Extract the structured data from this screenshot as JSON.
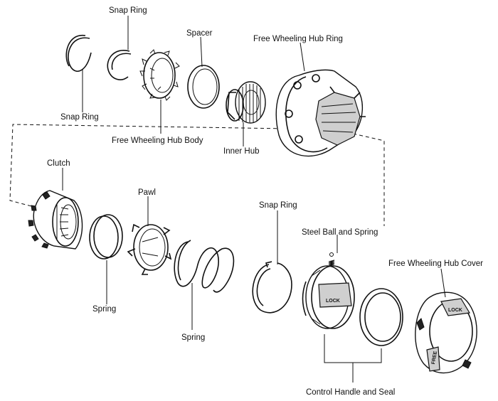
{
  "labels": {
    "snap_ring_top": "Snap Ring",
    "snap_ring_left": "Snap Ring",
    "spacer": "Spacer",
    "free_wheeling_hub_ring": "Free Wheeling Hub Ring",
    "free_wheeling_hub_body": "Free Wheeling Hub Body",
    "inner_hub": "Inner Hub",
    "clutch": "Clutch",
    "pawl": "Pawl",
    "spring_left": "Spring",
    "spring_center": "Spring",
    "snap_ring_lower": "Snap Ring",
    "steel_ball_and_spring": "Steel Ball and Spring",
    "free_wheeling_hub_cover": "Free Wheeling Hub Cover",
    "control_handle_and_seal": "Control Handle and Seal",
    "lock_marking": "LOCK",
    "free_marking": "FREE"
  }
}
